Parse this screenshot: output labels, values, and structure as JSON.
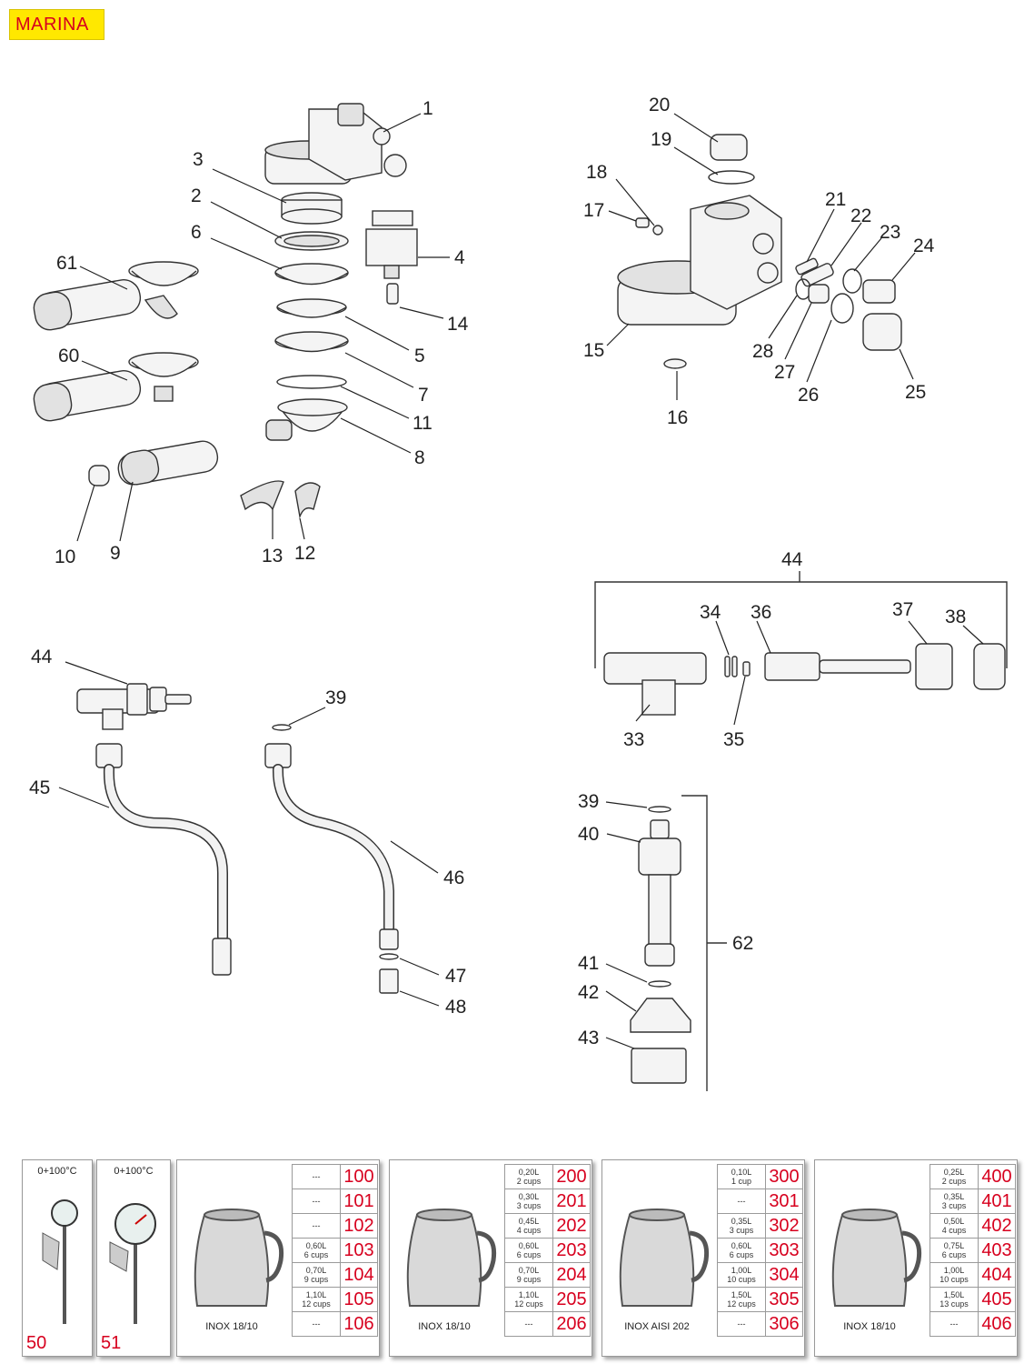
{
  "brand_badge": {
    "text": "MARINA",
    "bg": "#ffe800",
    "fg": "#d7001e"
  },
  "callouts": {
    "c1": "1",
    "c2": "2",
    "c3": "3",
    "c4": "4",
    "c5": "5",
    "c6": "6",
    "c7": "7",
    "c8": "8",
    "c9": "9",
    "c10": "10",
    "c11": "11",
    "c12": "12",
    "c13": "13",
    "c14": "14",
    "c15": "15",
    "c16": "16",
    "c17": "17",
    "c18": "18",
    "c19": "19",
    "c20": "20",
    "c21": "21",
    "c22": "22",
    "c23": "23",
    "c24": "24",
    "c25": "25",
    "c26": "26",
    "c27": "27",
    "c28": "28",
    "c33": "33",
    "c34": "34",
    "c35": "35",
    "c36": "36",
    "c37": "37",
    "c38": "38",
    "c39a": "39",
    "c39b": "39",
    "c40": "40",
    "c41": "41",
    "c42": "42",
    "c43": "43",
    "c44a": "44",
    "c44b": "44",
    "c45": "45",
    "c46": "46",
    "c47": "47",
    "c48": "48",
    "c60": "60",
    "c61": "61",
    "c62": "62"
  },
  "catalog": {
    "thermometers": [
      {
        "range": "0+100°C",
        "code": "50"
      },
      {
        "range": "0+100°C",
        "code": "51"
      }
    ],
    "jugs": [
      {
        "material": "INOX 18/10",
        "rows": [
          {
            "capacity": "---",
            "code": "100"
          },
          {
            "capacity": "---",
            "code": "101"
          },
          {
            "capacity": "---",
            "code": "102"
          },
          {
            "capacity": "0,60L\n6 cups",
            "code": "103"
          },
          {
            "capacity": "0,70L\n9 cups",
            "code": "104"
          },
          {
            "capacity": "1,10L\n12 cups",
            "code": "105"
          },
          {
            "capacity": "---",
            "code": "106"
          }
        ]
      },
      {
        "material": "INOX 18/10",
        "rows": [
          {
            "capacity": "0,20L\n2 cups",
            "code": "200"
          },
          {
            "capacity": "0,30L\n3 cups",
            "code": "201"
          },
          {
            "capacity": "0,45L\n4 cups",
            "code": "202"
          },
          {
            "capacity": "0,60L\n6 cups",
            "code": "203"
          },
          {
            "capacity": "0,70L\n9 cups",
            "code": "204"
          },
          {
            "capacity": "1,10L\n12 cups",
            "code": "205"
          },
          {
            "capacity": "---",
            "code": "206"
          }
        ]
      },
      {
        "material": "INOX AISI 202",
        "rows": [
          {
            "capacity": "0,10L\n1 cup",
            "code": "300"
          },
          {
            "capacity": "---",
            "code": "301"
          },
          {
            "capacity": "0,35L\n3 cups",
            "code": "302"
          },
          {
            "capacity": "0,60L\n6 cups",
            "code": "303"
          },
          {
            "capacity": "1,00L\n10 cups",
            "code": "304"
          },
          {
            "capacity": "1,50L\n12 cups",
            "code": "305"
          },
          {
            "capacity": "---",
            "code": "306"
          }
        ]
      },
      {
        "material": "INOX 18/10",
        "rows": [
          {
            "capacity": "0,25L\n2 cups",
            "code": "400"
          },
          {
            "capacity": "0,35L\n3 cups",
            "code": "401"
          },
          {
            "capacity": "0,50L\n4 cups",
            "code": "402"
          },
          {
            "capacity": "0,75L\n6 cups",
            "code": "403"
          },
          {
            "capacity": "1,00L\n10 cups",
            "code": "404"
          },
          {
            "capacity": "1,50L\n13 cups",
            "code": "405"
          },
          {
            "capacity": "---",
            "code": "406"
          }
        ]
      }
    ]
  }
}
